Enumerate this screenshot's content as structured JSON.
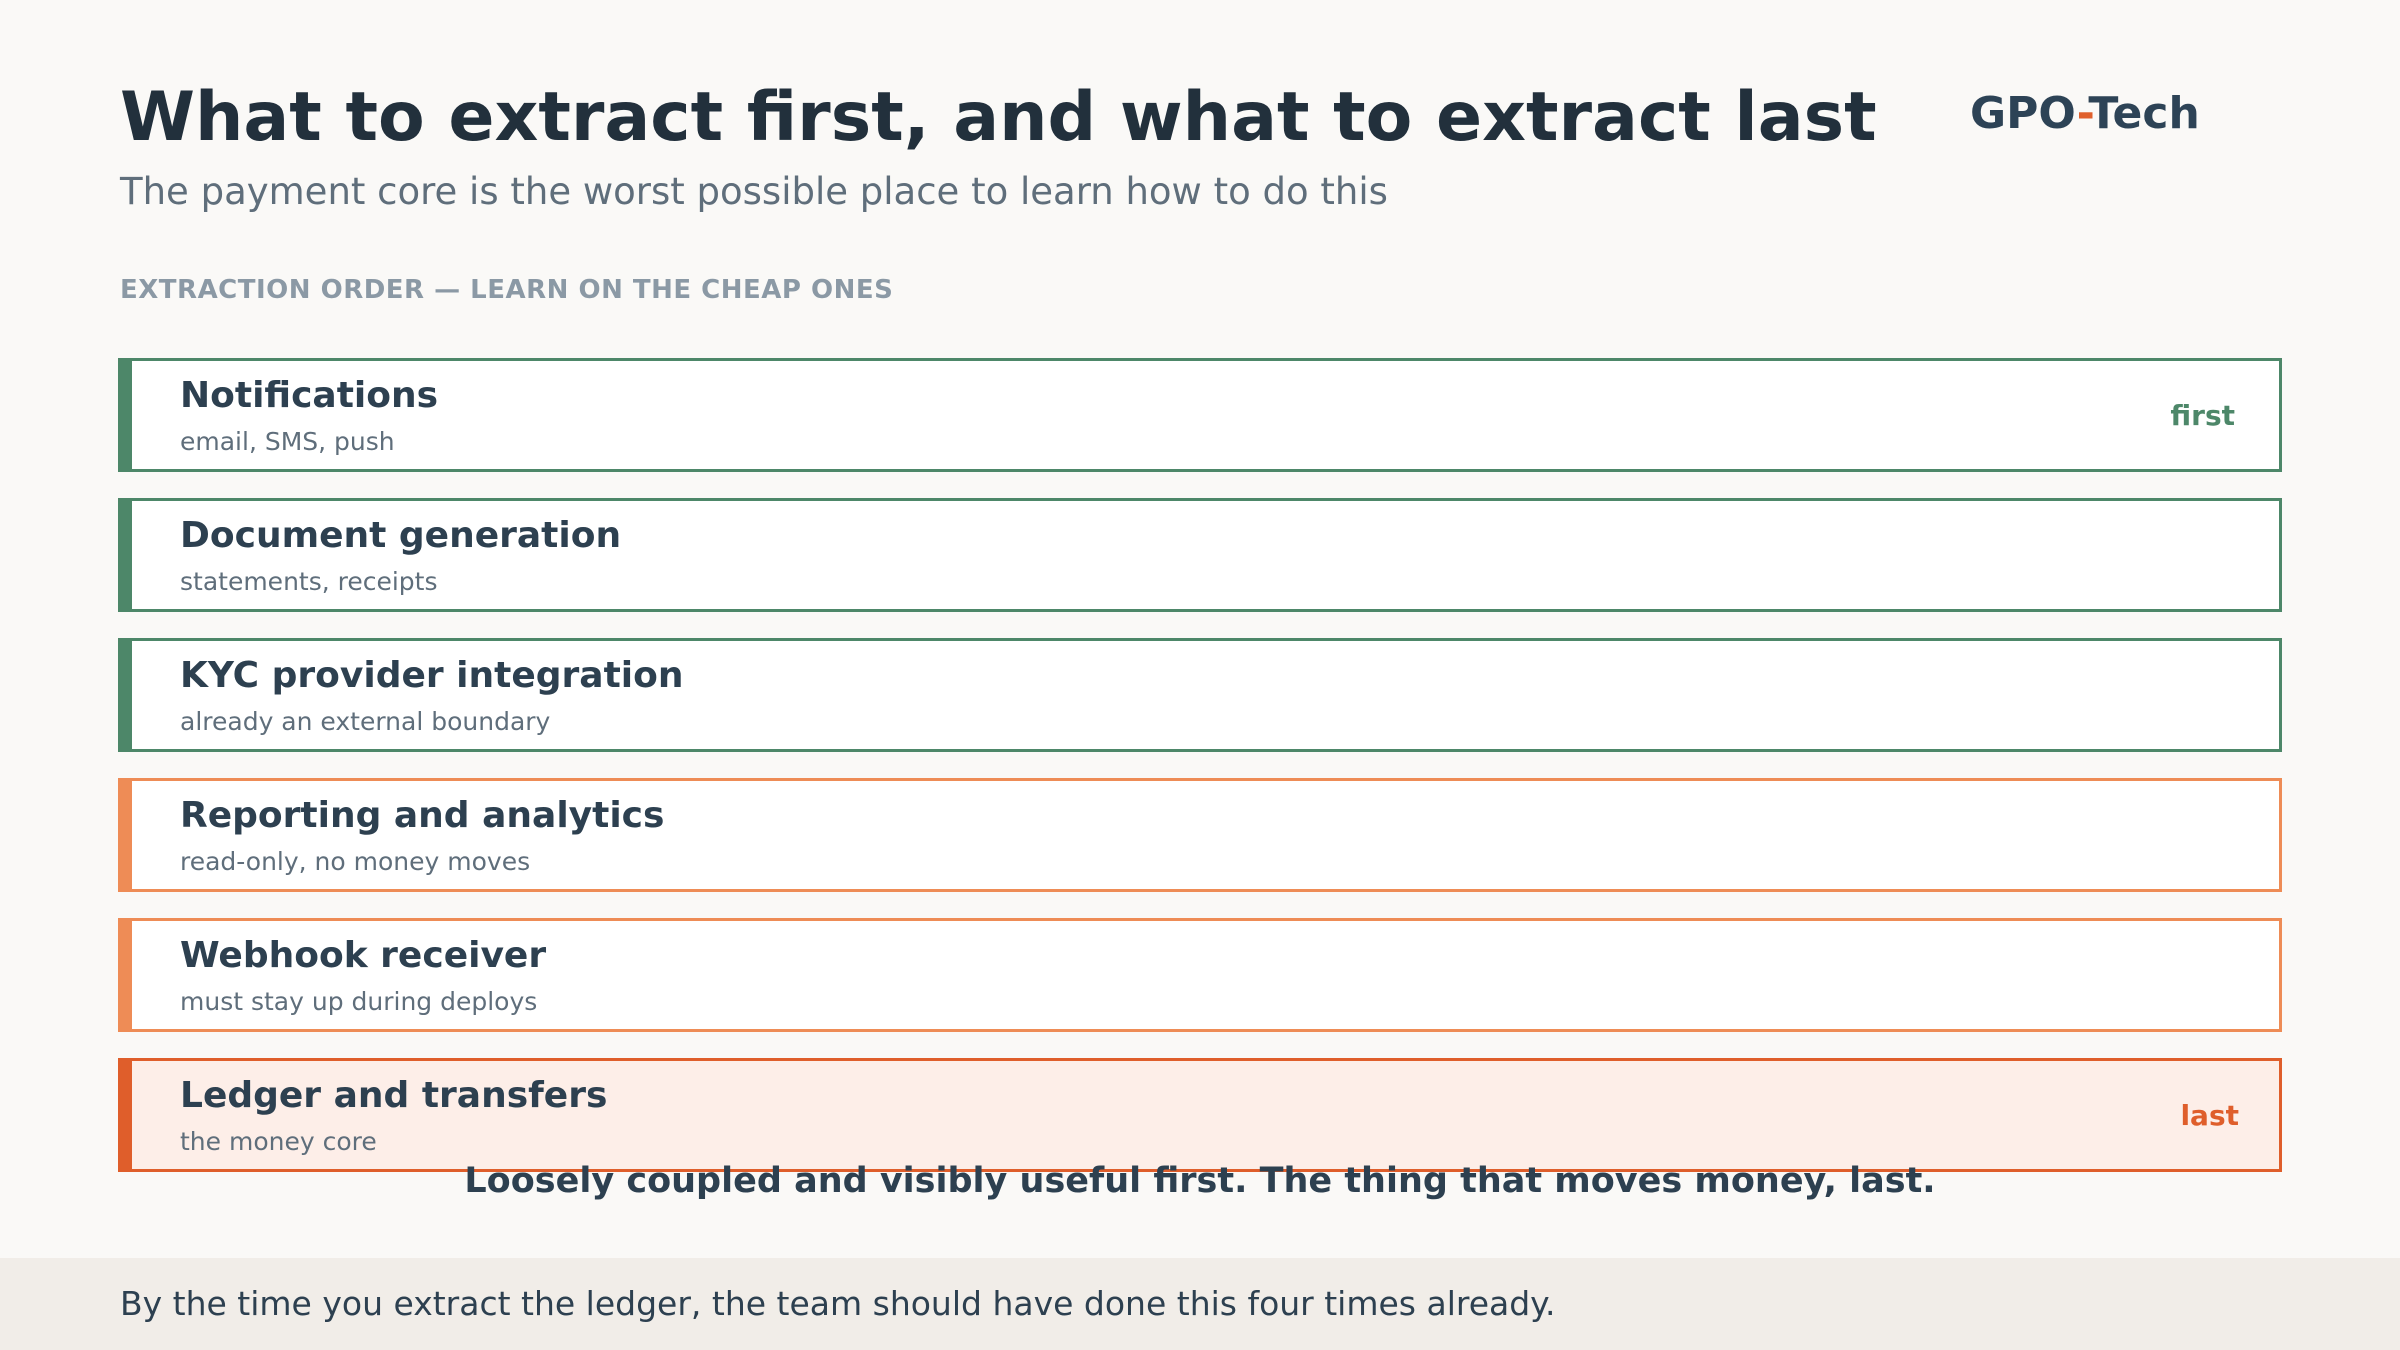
{
  "header": {
    "title": "What to extract first, and what to extract last",
    "subtitle": "The payment core is the worst possible place to learn how to do this"
  },
  "logo": {
    "part1": "GPO",
    "dash": "-",
    "part2": "Tech"
  },
  "section_label": "EXTRACTION ORDER — LEARN ON THE CHEAP ONES",
  "rows": [
    {
      "name": "Notifications",
      "desc": "email, SMS, push",
      "tag": "first"
    },
    {
      "name": "Document generation",
      "desc": "statements, receipts",
      "tag": ""
    },
    {
      "name": "KYC provider integration",
      "desc": "already an external boundary",
      "tag": ""
    },
    {
      "name": "Reporting and analytics",
      "desc": "read-only, no money moves",
      "tag": ""
    },
    {
      "name": "Webhook receiver",
      "desc": "must stay up during deploys",
      "tag": ""
    },
    {
      "name": "Ledger and transfers",
      "desc": "the money core",
      "tag": "last"
    }
  ],
  "takeaway": "Loosely coupled and visibly useful first. The thing that moves money, last.",
  "footer": "By the time you extract the ledger, the team should have done this four times already.",
  "colors": {
    "safe": "#4d8769",
    "caution": "#ee8c56",
    "critical": "#df5e2b",
    "critical_fill": "#fdeee8",
    "text": "#2d4050"
  }
}
